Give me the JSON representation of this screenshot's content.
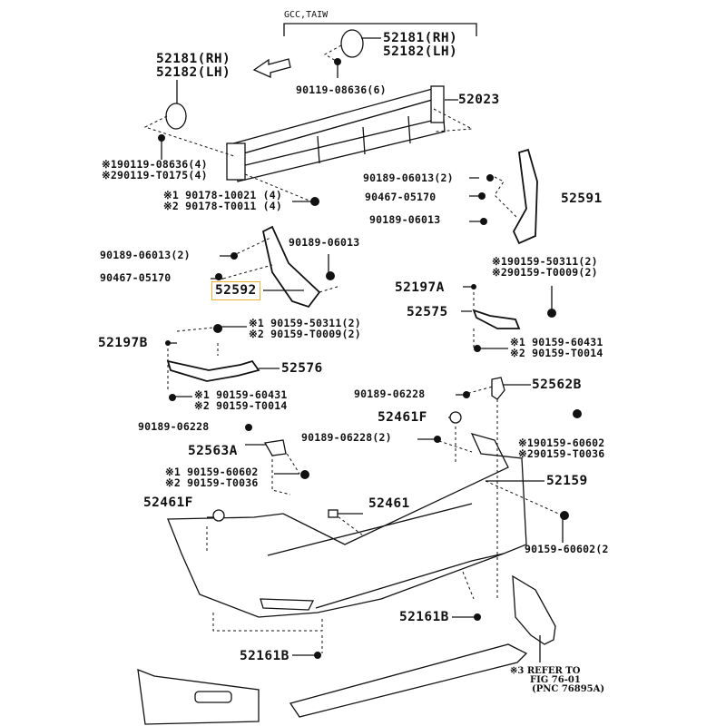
{
  "title": "Rear Bumper & Reinforcement Parts Diagram",
  "highlight_color": "#f0b030",
  "group_label": "GCC,TAIW",
  "direction_arrow": "front-arrow-icon",
  "callouts": [
    {
      "id": "c1",
      "lines": [
        "52181(RH)",
        "52182(LH)"
      ],
      "size": "lg"
    },
    {
      "id": "c2",
      "lines": [
        "52181(RH)",
        "52182(LH)"
      ],
      "size": "lg"
    },
    {
      "id": "c3",
      "lines": [
        "90119-08636(6)"
      ],
      "size": "sm"
    },
    {
      "id": "c4",
      "lines": [
        "52023"
      ],
      "size": "lg"
    },
    {
      "id": "c5",
      "lines": [
        "※190119-08636(4)",
        "※290119-T0175(4)"
      ],
      "size": "sm"
    },
    {
      "id": "c6",
      "lines": [
        "※1 90178-10021 (4)",
        "※2 90178-T0011 (4)"
      ],
      "size": "sm"
    },
    {
      "id": "c7",
      "lines": [
        "90189-06013(2)"
      ],
      "size": "sm"
    },
    {
      "id": "c8",
      "lines": [
        "90467-05170"
      ],
      "size": "sm"
    },
    {
      "id": "c9",
      "lines": [
        "52591"
      ],
      "size": "lg"
    },
    {
      "id": "c10",
      "lines": [
        "90189-06013"
      ],
      "size": "sm"
    },
    {
      "id": "c11",
      "lines": [
        "90189-06013(2)"
      ],
      "size": "sm"
    },
    {
      "id": "c12",
      "lines": [
        "90189-06013"
      ],
      "size": "sm"
    },
    {
      "id": "c13",
      "lines": [
        "90467-05170"
      ],
      "size": "sm"
    },
    {
      "id": "c14",
      "lines": [
        "52592"
      ],
      "size": "lg",
      "highlighted": true
    },
    {
      "id": "c15",
      "lines": [
        "※190159-50311(2)",
        "※290159-T0009(2)"
      ],
      "size": "sm"
    },
    {
      "id": "c16",
      "lines": [
        "52197A"
      ],
      "size": "lg"
    },
    {
      "id": "c17",
      "lines": [
        "52575"
      ],
      "size": "lg"
    },
    {
      "id": "c18",
      "lines": [
        "※1 90159-50311(2)",
        "※2 90159-T0009(2)"
      ],
      "size": "sm"
    },
    {
      "id": "c19",
      "lines": [
        "52197B"
      ],
      "size": "lg"
    },
    {
      "id": "c20",
      "lines": [
        "※1 90159-60431",
        "※2 90159-T0014"
      ],
      "size": "sm"
    },
    {
      "id": "c21",
      "lines": [
        "52576"
      ],
      "size": "lg"
    },
    {
      "id": "c22",
      "lines": [
        "※1 90159-60431",
        "※2 90159-T0014"
      ],
      "size": "sm"
    },
    {
      "id": "c23",
      "lines": [
        "90189-06228"
      ],
      "size": "sm"
    },
    {
      "id": "c24",
      "lines": [
        "52562B"
      ],
      "size": "lg"
    },
    {
      "id": "c25",
      "lines": [
        "52461F"
      ],
      "size": "lg"
    },
    {
      "id": "c26",
      "lines": [
        "90189-06228"
      ],
      "size": "sm"
    },
    {
      "id": "c27",
      "lines": [
        "90189-06228(2)"
      ],
      "size": "sm"
    },
    {
      "id": "c28",
      "lines": [
        "※190159-60602",
        "※290159-T0036"
      ],
      "size": "sm"
    },
    {
      "id": "c29",
      "lines": [
        "52563A"
      ],
      "size": "lg"
    },
    {
      "id": "c30",
      "lines": [
        "※1 90159-60602",
        "※2 90159-T0036"
      ],
      "size": "sm"
    },
    {
      "id": "c31",
      "lines": [
        "52159"
      ],
      "size": "lg"
    },
    {
      "id": "c32",
      "lines": [
        "52461F"
      ],
      "size": "lg"
    },
    {
      "id": "c33",
      "lines": [
        "52461"
      ],
      "size": "lg"
    },
    {
      "id": "c34",
      "lines": [
        "90159-60602(2"
      ],
      "size": "sm"
    },
    {
      "id": "c35",
      "lines": [
        "52161B"
      ],
      "size": "lg"
    },
    {
      "id": "c36",
      "lines": [
        "52161B"
      ],
      "size": "lg"
    },
    {
      "id": "c37",
      "lines": [
        "※3 REFER TO",
        "FIG 76-01",
        "(PNC 76895A)"
      ],
      "size": "xs"
    }
  ]
}
